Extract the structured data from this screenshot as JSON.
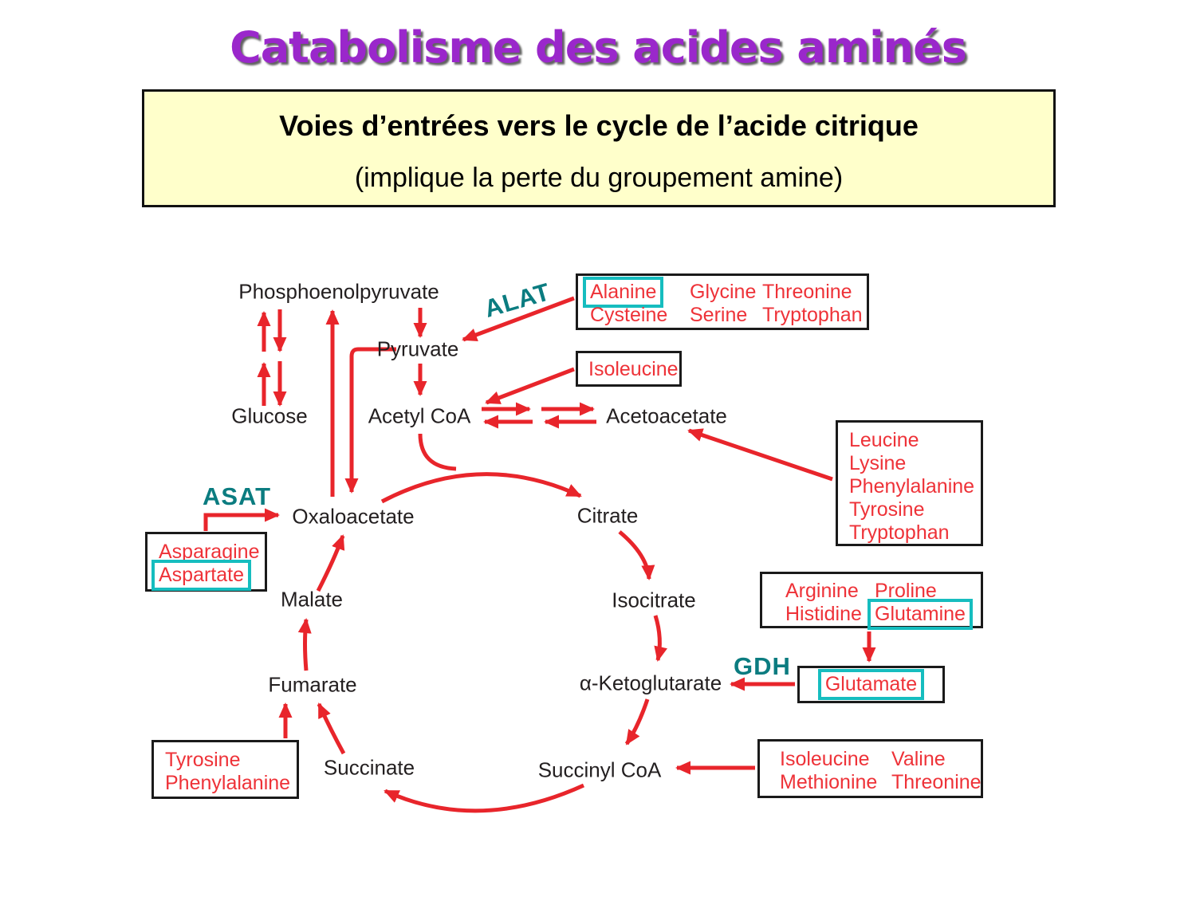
{
  "slide": {
    "title": "Catabolisme des acides aminés",
    "banner": {
      "line1": "Voies d’entrées vers le cycle de l’acide citrique",
      "line2": "(implique la perte du groupement amine)"
    }
  },
  "colors": {
    "title_purple": "#9a27cb",
    "banner_yellow": "#ffffcb",
    "arrow_red": "#e8252b",
    "amino_red": "#ee3238",
    "enzyme_teal": "#0b7c80",
    "highlight_cyan": "#16bdbf",
    "box_border": "#1a1a1a",
    "label_black": "#231f20"
  },
  "enzymes": {
    "alat": "ALAT",
    "asat": "ASAT",
    "gdh": "GDH"
  },
  "metabolites": {
    "pep": "Phosphoenolpyruvate",
    "pyruvate": "Pyruvate",
    "glucose": "Glucose",
    "acetyl_coa": "Acetyl CoA",
    "acetoacetate": "Acetoacetate",
    "oxaloacetate": "Oxaloacetate",
    "citrate": "Citrate",
    "isocitrate": "Isocitrate",
    "alpha_ketoglutarate": "α-Ketoglutarate",
    "succinyl_coa": "Succinyl CoA",
    "succinate": "Succinate",
    "fumarate": "Fumarate",
    "malate": "Malate"
  },
  "amino_boxes": {
    "pyruvate_group": {
      "row1": [
        "Alanine",
        "Glycine",
        "Threonine"
      ],
      "row2": [
        "Cysteine",
        "Serine",
        "Tryptophan"
      ],
      "highlighted": "Alanine"
    },
    "isoleucine": {
      "items": [
        "Isoleucine"
      ]
    },
    "acetoacetate_group": {
      "items": [
        "Leucine",
        "Lysine",
        "Phenylalanine",
        "Tyrosine",
        "Tryptophan"
      ]
    },
    "oxaloacetate_group": {
      "items": [
        "Asparagine",
        "Aspartate"
      ],
      "highlighted": "Aspartate"
    },
    "glutamine_group": {
      "row1": [
        "Arginine",
        "Proline"
      ],
      "row2": [
        "Histidine",
        "Glutamine"
      ],
      "highlighted": "Glutamine"
    },
    "glutamate": {
      "items": [
        "Glutamate"
      ],
      "highlighted": "Glutamate"
    },
    "fumarate_group": {
      "items": [
        "Tyrosine",
        "Phenylalanine"
      ]
    },
    "succinyl_group": {
      "row1": [
        "Isoleucine",
        "Valine"
      ],
      "row2": [
        "Methionine",
        "Threonine"
      ]
    }
  }
}
